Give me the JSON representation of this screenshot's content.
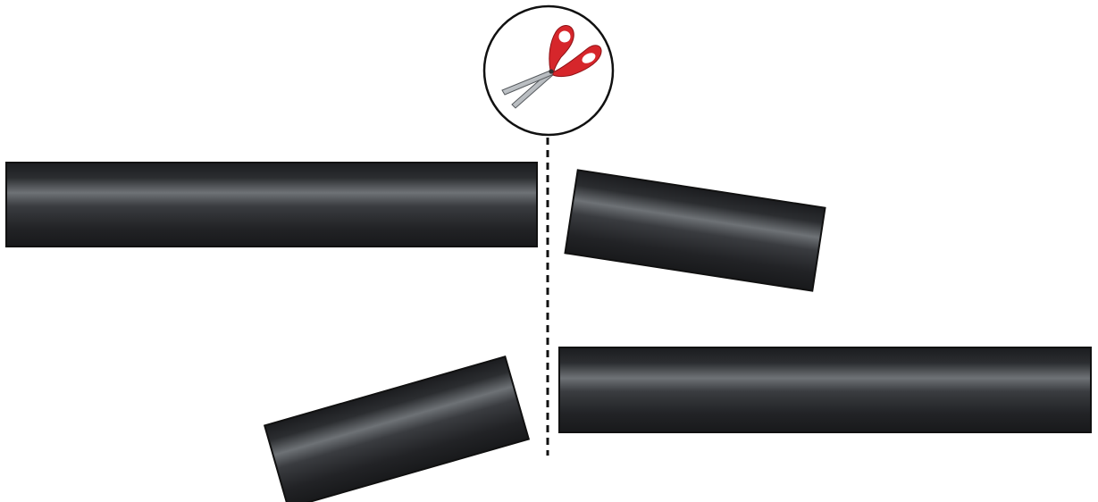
{
  "diagram": {
    "kind": "cut-pipe-illustration",
    "icons": {
      "cut_marker": "scissors-icon"
    },
    "colors": {
      "pipe_dark": "#1f2023",
      "pipe_highlight": "#6e7276",
      "scissor_handle": "#d6262b",
      "scissor_blade": "#bfc3c7",
      "outline": "#111111",
      "cut_line": "#111111",
      "background": "#ffffff"
    },
    "pieces": [
      {
        "id": "top-left",
        "role": "pipe-segment",
        "state": "intact"
      },
      {
        "id": "top-right",
        "role": "pipe-offcut",
        "state": "rotated"
      },
      {
        "id": "bottom-left",
        "role": "pipe-offcut",
        "state": "rotated"
      },
      {
        "id": "bottom-right",
        "role": "pipe-segment",
        "state": "intact"
      }
    ]
  }
}
